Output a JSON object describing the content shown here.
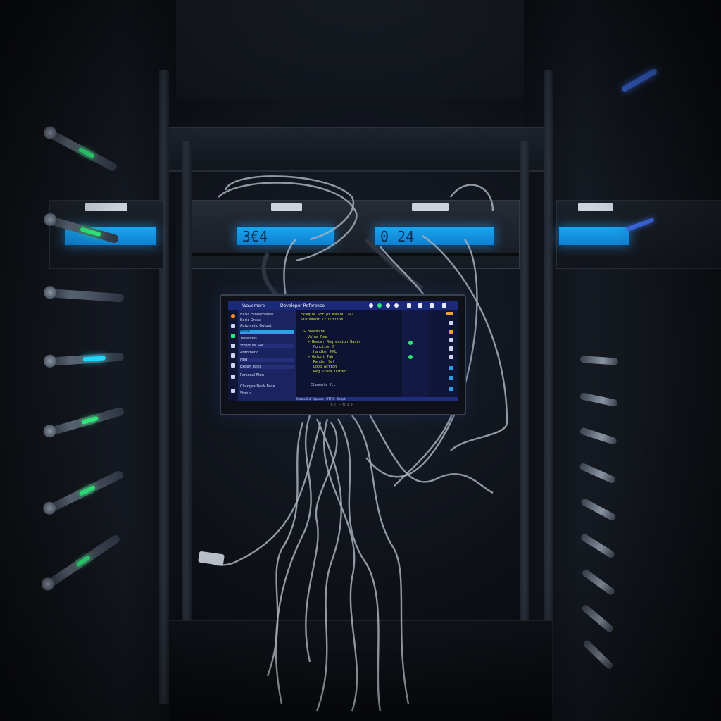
{
  "scene": {
    "colors": {
      "display_blue": "#1ba7ee",
      "led_green": "#2ee87a",
      "led_cyan": "#1ed9ff",
      "ide_bg": "#121b4a",
      "ide_accent": "#2f9fe8",
      "code_yellow": "#d9e84a"
    }
  },
  "servers": {
    "left_display": "3€4",
    "right_display": "0 24"
  },
  "monitor": {
    "title": "Wavemore",
    "subtitle": "Developer Reference",
    "editor_heading": "Example Script Manual 141",
    "editor_subheading": "Statement 12 Outline",
    "sidebar_items": [
      "Basic Fundamental",
      "Basic Ontax",
      "Automatic Output",
      "Fiscal",
      "Timelines",
      "Structure Set",
      "Arithmetic",
      "Find",
      "Expert Tools",
      "Personal Flow",
      "Changes Deck Base",
      "Status"
    ],
    "active_sidebar_index": 3,
    "code_lines": [
      "» Bookmark",
      "  Value Pop",
      "  » Header Regression Basis",
      "    Function F",
      "    Handler MPL",
      "  » Output Tab",
      "    Render Set",
      "    Loop Action",
      "    Reg Stack Output",
      "  Elements f... )"
    ],
    "status_text": "Status 2.4 · Spaces · UTF-8 · Script",
    "brand": "ELENAE"
  }
}
